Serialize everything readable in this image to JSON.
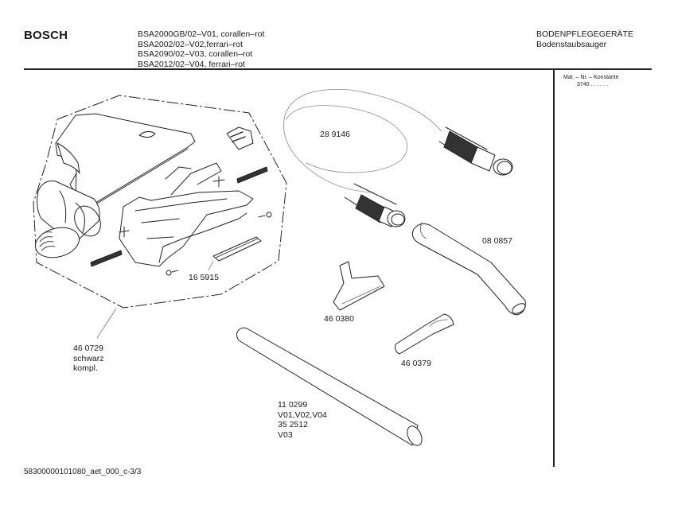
{
  "header": {
    "brand": "BOSCH",
    "models": [
      "BSA2000GB/02–V01, corallen–rot",
      "BSA2002/02–V02,ferrari–rot",
      "BSA2090/02–V03, corallen–rot",
      "BSA2012/02–V04, ferrari–rot"
    ],
    "category": "BODENPFLEGEGERÄTE",
    "subcategory": "Bodenstaubsauger"
  },
  "sidebar": {
    "mat_label": "Mat. – Nr. – Konstante",
    "mat_value": "3740  .  .    .  .  .  ."
  },
  "parts": {
    "floor_nozzle": {
      "number": "46 0729",
      "note1": "schwarz",
      "note2": "kompl."
    },
    "brush_strip": {
      "number": "16 5915"
    },
    "hose": {
      "number": "28 9146"
    },
    "handle": {
      "number": "08 0857"
    },
    "upholstery_nozzle": {
      "number": "46 0380"
    },
    "crevice_nozzle": {
      "number": "46 0379"
    },
    "tube": {
      "number": "11 0299",
      "variant1": "V01,V02,V04",
      "number2": "35 2512",
      "variant2": "V03"
    }
  },
  "footer": {
    "doc_id": "58300000101080_aet_000_c-3/3"
  }
}
